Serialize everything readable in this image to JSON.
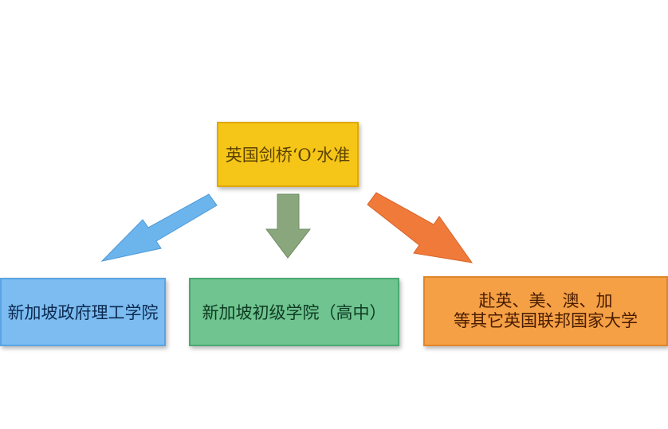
{
  "top": {
    "label": "英国剑桥‘O’水准"
  },
  "left": {
    "label": "新加坡政府理工学院"
  },
  "middle": {
    "label": "新加坡初级学院（高中）"
  },
  "right": {
    "line1": "赴英、美、澳、加",
    "line2": "等其它英国联邦国家大学"
  },
  "colors": {
    "top": "#f5c518",
    "left": "#7cbcf0",
    "middle": "#6fc48f",
    "right": "#f5a045",
    "arrow_left": "#6cb4ec",
    "arrow_middle": "#8aa67c",
    "arrow_right": "#ef7a3a"
  }
}
